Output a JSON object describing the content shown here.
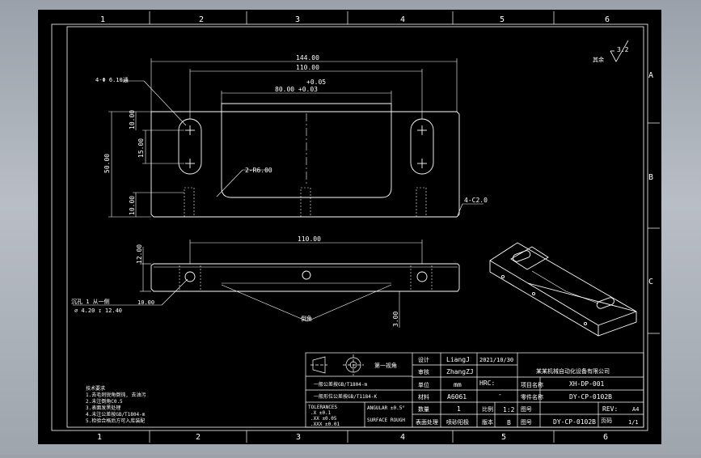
{
  "zone_columns": [
    "1",
    "2",
    "3",
    "4",
    "5",
    "6"
  ],
  "zone_rows": [
    "A",
    "B",
    "C"
  ],
  "roughness": {
    "value": "3.2",
    "prefix": "其余"
  },
  "top_view_dims": {
    "overall_length": "144.00",
    "slot_pitch": "110.00",
    "pocket_tol_upper": "+0.05",
    "pocket_width": "80.00 +0.03",
    "hole_callout": "4-Φ 6.10通",
    "height_total": "50.00",
    "slot_top": "10.00",
    "slot_len": "15.00",
    "bottom_offset": "10.00",
    "fillet": "2-R6.00",
    "chamfer": "4-C2.0"
  },
  "side_view_dims": {
    "hole_pitch": "110.00",
    "thickness": "12.00",
    "counterbore_1": "沉孔 1 从一侧",
    "counterbore_2": "⌀ 4.20 ↧ 12.40",
    "cb_depth": "10.00",
    "groove_label": "倒角",
    "groove_depth": "3.00"
  },
  "notes": {
    "heading": "技术要求",
    "lines": [
      "1.去毛刺锐角倒钝, 去油污",
      "2.未注倒角C0.5",
      "3.表面发黑处理",
      "4.未注公差按GB/T1804-m",
      "5.检验合格后方可入库装配"
    ]
  },
  "title_block": {
    "projection_label": "第一视角",
    "general_tol_1": "一般公差按GB/T1804-m",
    "general_tol_2": "一般形位公差按GB/T1184-K",
    "designer_label": "设计",
    "designer": "LiangJ",
    "date": "2021/10/30",
    "checker_label": "审核",
    "checker": "ZhangZJ",
    "unit_label": "单位",
    "unit": "mm",
    "hrc_label": "HRC:",
    "hrc_value": "-",
    "material_label": "材料",
    "material": "A6061",
    "qty_label": "数量",
    "qty": "1",
    "scale_label": "比例",
    "scale": "1:2",
    "surface_label": "表面处理",
    "surface": "喷砂阳极",
    "version_label": "版本",
    "version": "B",
    "company": "某某机械自动化设备有限公司",
    "project_label": "项目名称",
    "project": "XH-DP-001",
    "part_label": "零件名称",
    "part": "DY-CP-0102B",
    "drawing_label": "图号",
    "drawing_no": "DY-CP-0102B",
    "rev_label": "REV:",
    "size": "A4",
    "page_label": "页码",
    "page": "1/1",
    "tolerances_title": "TOLERANCES",
    "tol_x": ".X   ±0.1",
    "tol_xx": ".XX  ±0.05",
    "tol_xxx": ".XXX ±0.01",
    "angular": "ANGULAR ±0.5°",
    "surface_rough": "SURFACE ROUGH"
  }
}
